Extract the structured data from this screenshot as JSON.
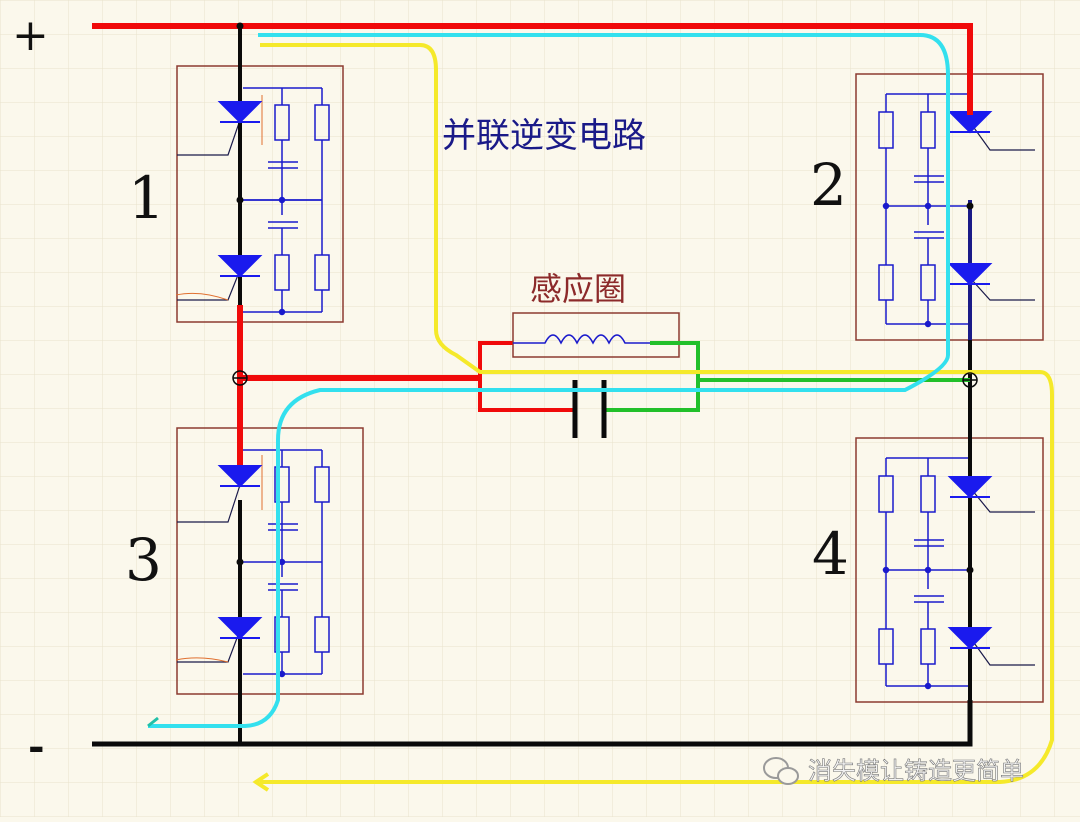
{
  "title": "并联逆变电路",
  "coil_label": "感应圈",
  "terminals": {
    "positive": "+",
    "negative": "-"
  },
  "modules": [
    {
      "id": "1",
      "label": "1"
    },
    {
      "id": "2",
      "label": "2"
    },
    {
      "id": "3",
      "label": "3"
    },
    {
      "id": "4",
      "label": "4"
    }
  ],
  "watermark": "消失模让铸造更简单",
  "colors": {
    "background": "#fbf8ec",
    "grid": "#e8e2cc",
    "positive_rail": "#f00a0a",
    "negative_rail": "#0a0a0a",
    "current_path_cyan": "#33e0ee",
    "current_path_yellow": "#f5e92a",
    "load_green": "#22c02a",
    "component_blue": "#1a1acc",
    "module_border": "#8c3a30",
    "title_text": "#1a1a88",
    "coil_text": "#8c2a2a"
  }
}
